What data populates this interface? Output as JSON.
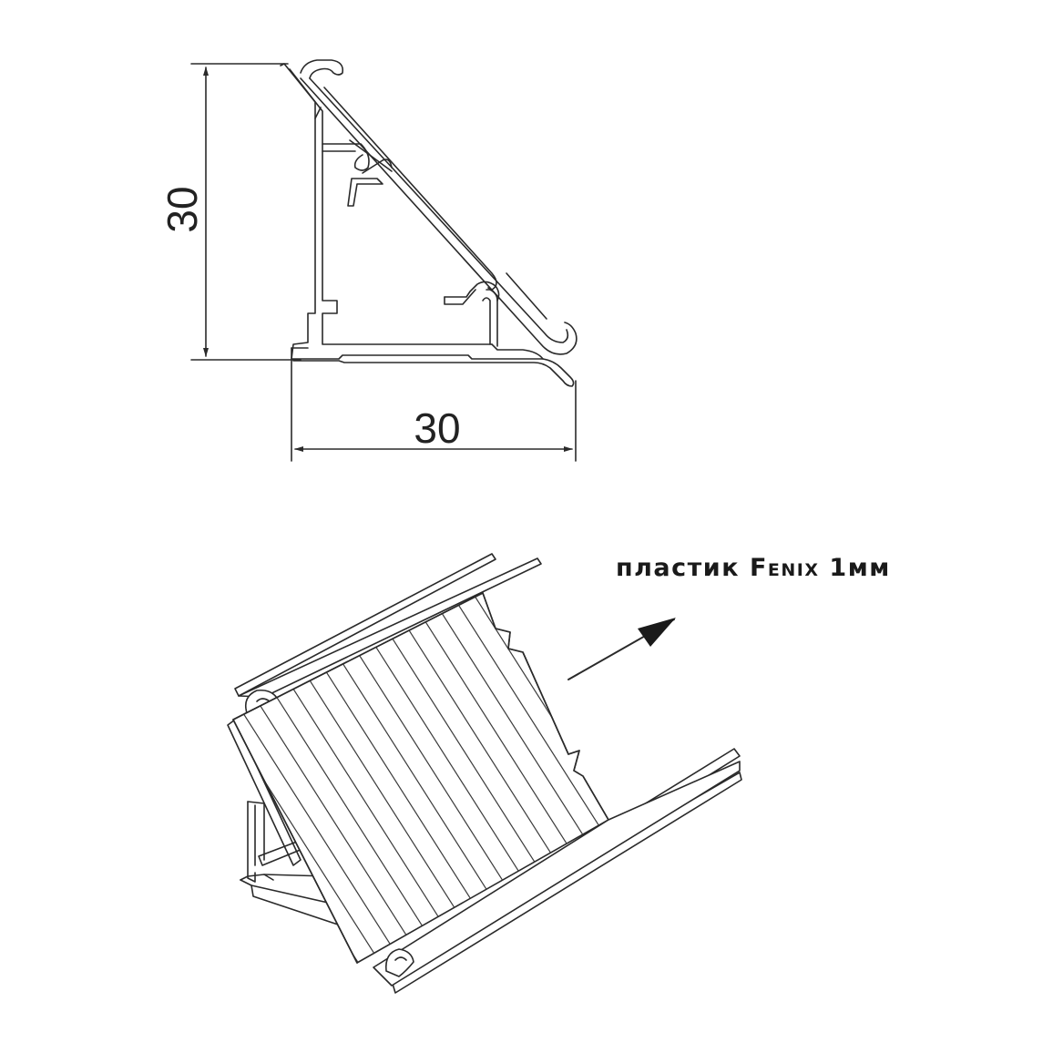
{
  "dimensions": {
    "height_label": "30",
    "width_label": "30"
  },
  "caption": {
    "material": "пластик",
    "brand": "Fenix",
    "thickness": "1мм"
  },
  "colors": {
    "line": "#2a2a2a",
    "background": "#ffffff"
  }
}
